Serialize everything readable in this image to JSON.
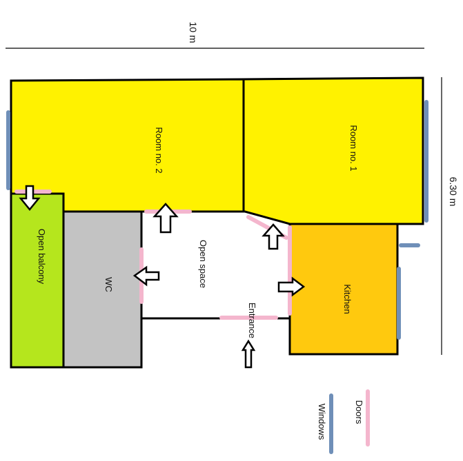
{
  "dimensions": {
    "width_label": "10 m",
    "height_label": "6.30 m"
  },
  "rooms": {
    "room1": "Room no. 1",
    "room2": "Room no. 2",
    "open_space": "Open space",
    "wc": "WC",
    "balcony": "Open balcony",
    "kitchen": "Kitchen",
    "entrance": "Entrance"
  },
  "legend": {
    "doors": "Doors",
    "windows": "Windows"
  },
  "colors": {
    "room_yellow": "#fff200",
    "kitchen_orange": "#ffc90e",
    "balcony_green": "#b5e61d",
    "wc_gray": "#c3c3c3",
    "door_pink": "#f4b6cd",
    "window_blue": "#6f8fb8",
    "wall_black": "#000000"
  }
}
